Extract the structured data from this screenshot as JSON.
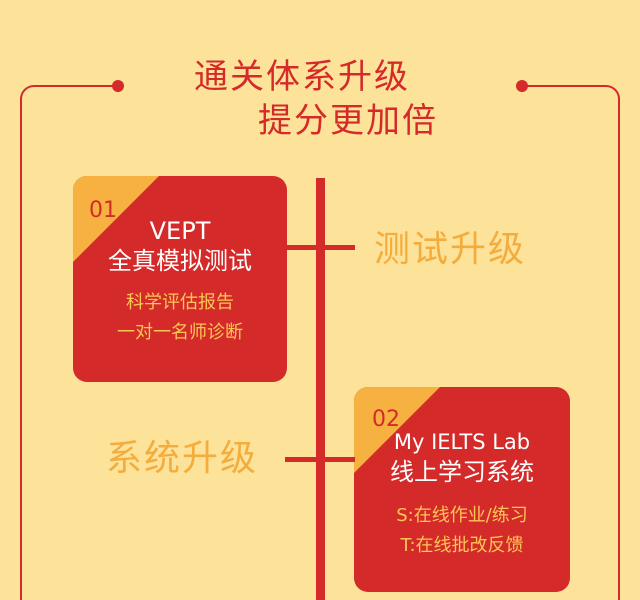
{
  "header": {
    "line1": "通关体系升级",
    "line2": "提分更加倍"
  },
  "colors": {
    "background": "#fde29a",
    "accent_red": "#d42a2a",
    "accent_orange": "#f6b140",
    "label_orange": "#f4ad3d",
    "sub_text": "#fbc653"
  },
  "timeline": [
    {
      "number": "01",
      "title_line1": "VEPT",
      "title_line2": "全真模拟测试",
      "sub_line1": "科学评估报告",
      "sub_line2": "一对一名师诊断",
      "side_label": "测试升级"
    },
    {
      "number": "02",
      "title_line1": "My IELTS Lab",
      "title_line2": "线上学习系统",
      "sub_line1": "S:在线作业/练习",
      "sub_line2": "T:在线批改反馈",
      "side_label": "系统升级"
    }
  ]
}
